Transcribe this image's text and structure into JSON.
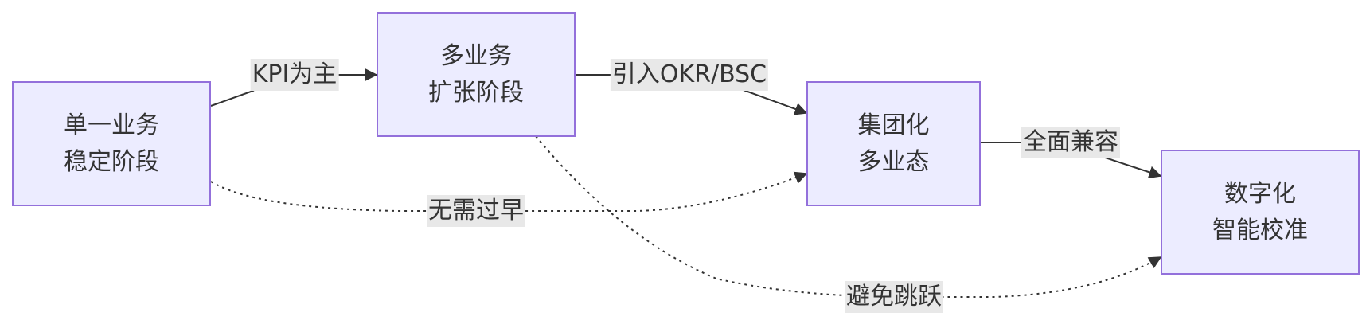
{
  "nodes": {
    "single": {
      "line1": "单一业务",
      "line2": "稳定阶段"
    },
    "multi": {
      "line1": "多业务",
      "line2": "扩张阶段"
    },
    "group": {
      "line1": "集团化",
      "line2": "多业态"
    },
    "digital": {
      "line1": "数字化",
      "line2": "智能校准"
    }
  },
  "edges": [
    {
      "from": "single",
      "to": "multi",
      "label": "KPI为主",
      "style": "solid"
    },
    {
      "from": "multi",
      "to": "group",
      "label": "引入OKR/BSC",
      "style": "solid"
    },
    {
      "from": "group",
      "to": "digital",
      "label": "全面兼容",
      "style": "solid"
    },
    {
      "from": "single",
      "to": "group",
      "label": "无需过早",
      "style": "dotted"
    },
    {
      "from": "multi",
      "to": "digital",
      "label": "避免跳跃",
      "style": "dotted"
    }
  ],
  "colors": {
    "node_fill": "#ececff",
    "node_border": "#9370db",
    "edge": "#333333",
    "label_bg": "#e8e8e8",
    "text": "#333333"
  }
}
